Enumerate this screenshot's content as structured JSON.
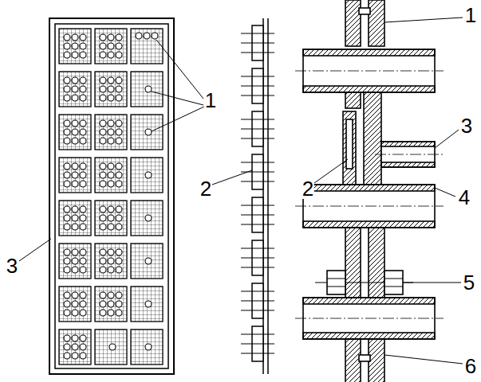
{
  "diagram": {
    "labels": [
      "1",
      "3",
      "2",
      "1",
      "3",
      "2",
      "4",
      "5",
      "6"
    ]
  }
}
